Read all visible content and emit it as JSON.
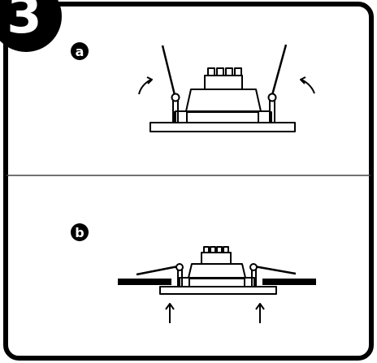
{
  "step": {
    "number": "3"
  },
  "panels": [
    {
      "marker": "a"
    },
    {
      "marker": "b"
    }
  ],
  "colors": {
    "ink": "#000000",
    "paper": "#ffffff",
    "divider": "#444444"
  }
}
